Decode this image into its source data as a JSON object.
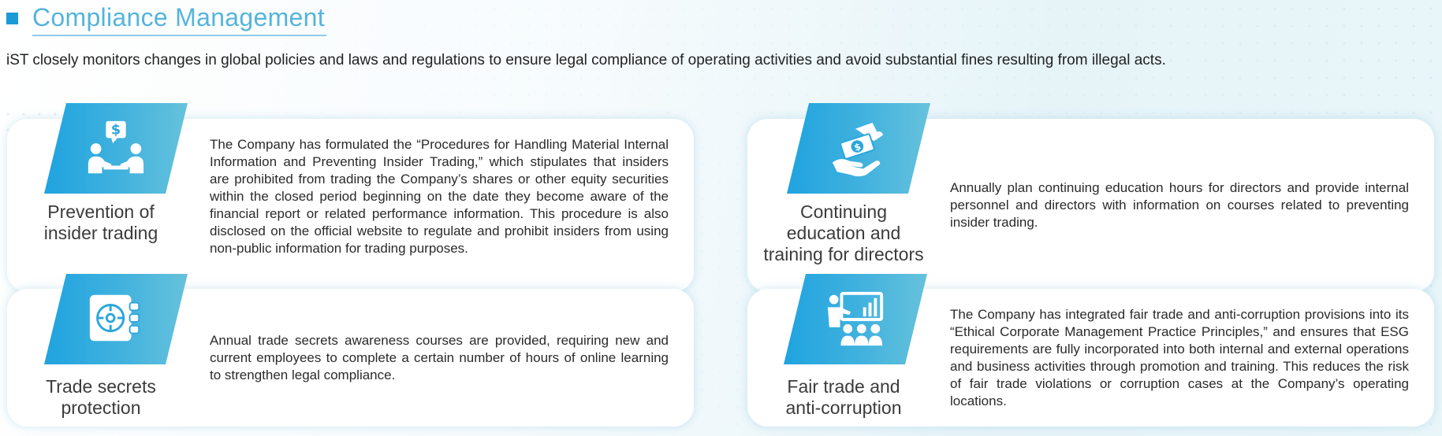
{
  "title": "Compliance Management",
  "intro": "iST closely monitors changes in global policies and laws and regulations to ensure legal compliance of operating activities and avoid substantial fines resulting from illegal acts.",
  "colors": {
    "accent": "#1b9ad6",
    "title": "#55b4dc",
    "badge_start": "#1fa3df",
    "badge_end": "#66c2dc"
  },
  "cards": [
    {
      "icon": "insider-trading-meeting-icon",
      "label_lines": [
        "Prevention of",
        "insider trading"
      ],
      "description": "The Company has formulated the “Procedures for Handling Material Internal Information and Preventing Insider Trading,” which stipulates that insiders are prohibited from trading the Company’s shares or other equity securities within the closed period beginning on the date they become aware of the financial report or related performance information. This procedure is also disclosed on the official website to regulate and prohibit insiders from using non-public information for trading purposes."
    },
    {
      "icon": "safe-vault-icon",
      "label_lines": [
        "Trade secrets",
        "protection"
      ],
      "description": "Annual trade secrets awareness courses are provided, requiring new and current employees to complete a certain number of hours of online learning to strengthen legal compliance."
    },
    {
      "icon": "hand-money-icon",
      "label_lines": [
        "Continuing",
        "education and",
        "training for directors"
      ],
      "description": "Annually plan continuing education hours for directors and provide internal personnel and directors with information on courses related to preventing insider trading."
    },
    {
      "icon": "presentation-training-icon",
      "label_lines": [
        "Fair trade and",
        "anti-corruption"
      ],
      "description": "The Company has integrated fair trade and anti-corruption provisions into its “Ethical Corporate Management Practice Principles,” and ensures that ESG requirements are fully incorporated into both internal and external operations and business activities through promotion and training. This reduces the risk of fair trade violations or corruption cases at the Company’s operating locations."
    }
  ]
}
